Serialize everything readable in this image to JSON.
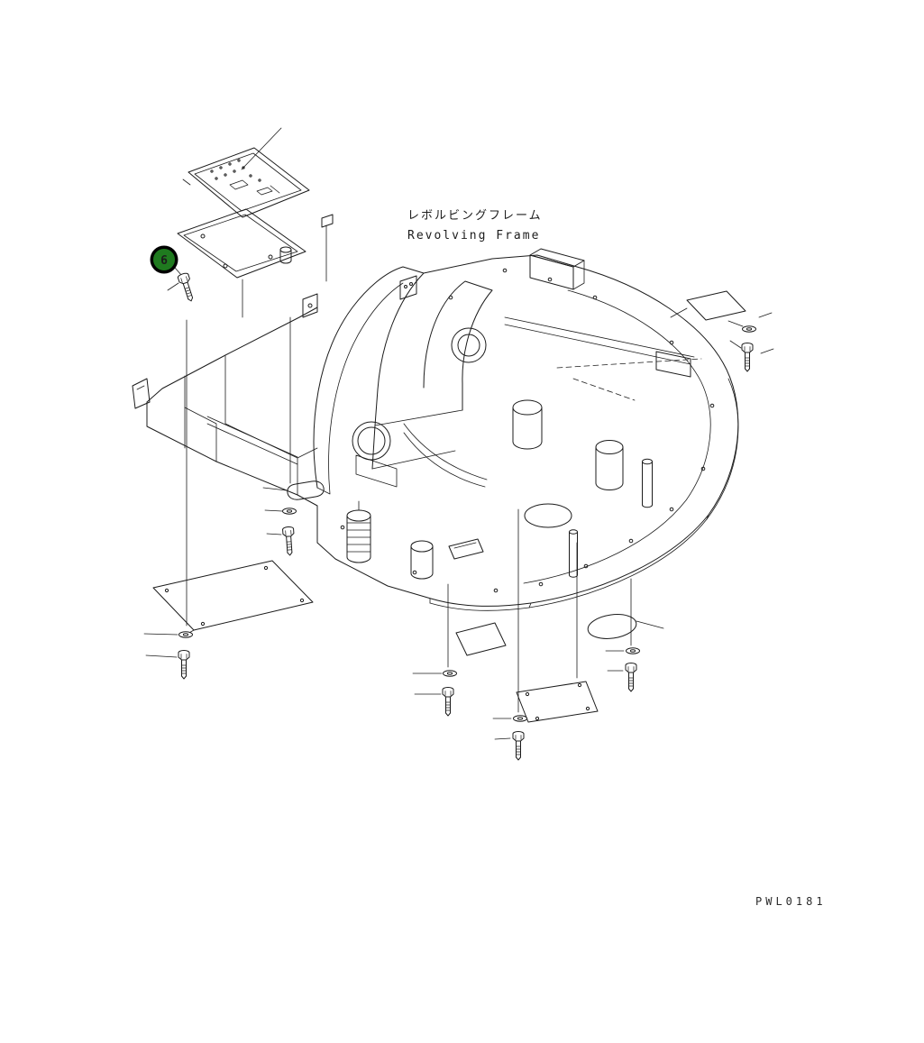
{
  "diagram": {
    "title_jp": "レボルビングフレーム",
    "title_en": "Revolving Frame",
    "drawing_code": "PWL0181",
    "callouts": [
      {
        "number": "6"
      }
    ]
  },
  "colors": {
    "background": "#ffffff",
    "line": "#1c1c1c",
    "balloon_fill": "#1f7a1f",
    "balloon_ring": "#000000",
    "balloon_text": "#ffffff"
  }
}
